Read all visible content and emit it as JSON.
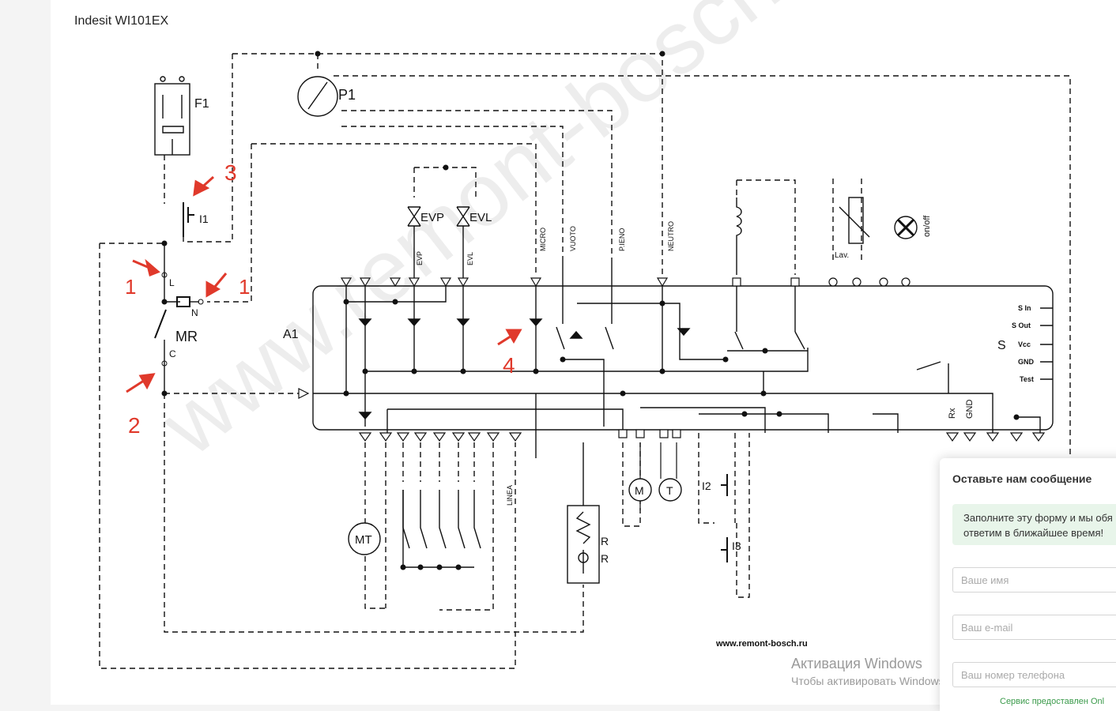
{
  "page": {
    "title": "Indesit WI101EX"
  },
  "diagram": {
    "module": "A1",
    "components": {
      "f1": "F1",
      "p1": "P1",
      "i1": "I1",
      "mr": "MR",
      "evp": "EVP",
      "evl": "EVL",
      "mt": "MT",
      "m": "M",
      "t": "T",
      "r1": "R",
      "r2": "R",
      "i2": "I2",
      "i3": "I3",
      "s": "S",
      "lav": "Lav.",
      "onoff": "on/off"
    },
    "pins": {
      "l": "L",
      "n": "N",
      "c": "C",
      "micro": "MICRO",
      "vuoto": "VUOTO",
      "pieno": "P.IENO",
      "neutro": "NEUTRO",
      "linea": "LINEA",
      "evp_small": "EVP",
      "evl_small": "EVL",
      "s_in": "S In",
      "s_out": "S Out",
      "vcc": "Vcc",
      "gnd": "GND",
      "test": "Test",
      "rx": "Rx",
      "gnd2": "GND"
    },
    "credit": "www.remont-bosch.ru",
    "annotations": [
      "1",
      "1",
      "2",
      "3",
      "4"
    ],
    "watermark": "www.remont-bosch.ru"
  },
  "windows_activation": {
    "title": "Активация Windows",
    "text": "Чтобы активировать Windows, перейдите в раздел \"Парам"
  },
  "chat_widget": {
    "title": "Оставьте нам сообщение",
    "note_line1": "Заполните эту форму и мы обя",
    "note_line2": "ответим в ближайшее время!",
    "name_placeholder": "Ваше имя",
    "email_placeholder": "Ваш e-mail",
    "phone_placeholder": "Ваш номер телефона",
    "footer": "Сервис предоставлен Onl"
  },
  "colors": {
    "annotation": "#e0392b",
    "line": "#111111",
    "chat_note_bg": "#e8f5ea"
  }
}
